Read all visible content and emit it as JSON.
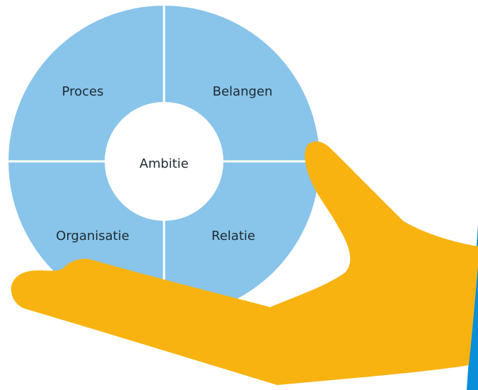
{
  "diagram": {
    "center_label": "Ambitie",
    "segments": {
      "top_left": "Proces",
      "top_right": "Belangen",
      "bottom_left": "Organisatie",
      "bottom_right": "Relatie"
    }
  },
  "colors": {
    "ring": "#89c4ea",
    "center": "#ffffff",
    "divider": "#ffffff",
    "hand": "#f8b310",
    "sleeve": "#0a8ed8",
    "text": "#1e2a33"
  }
}
